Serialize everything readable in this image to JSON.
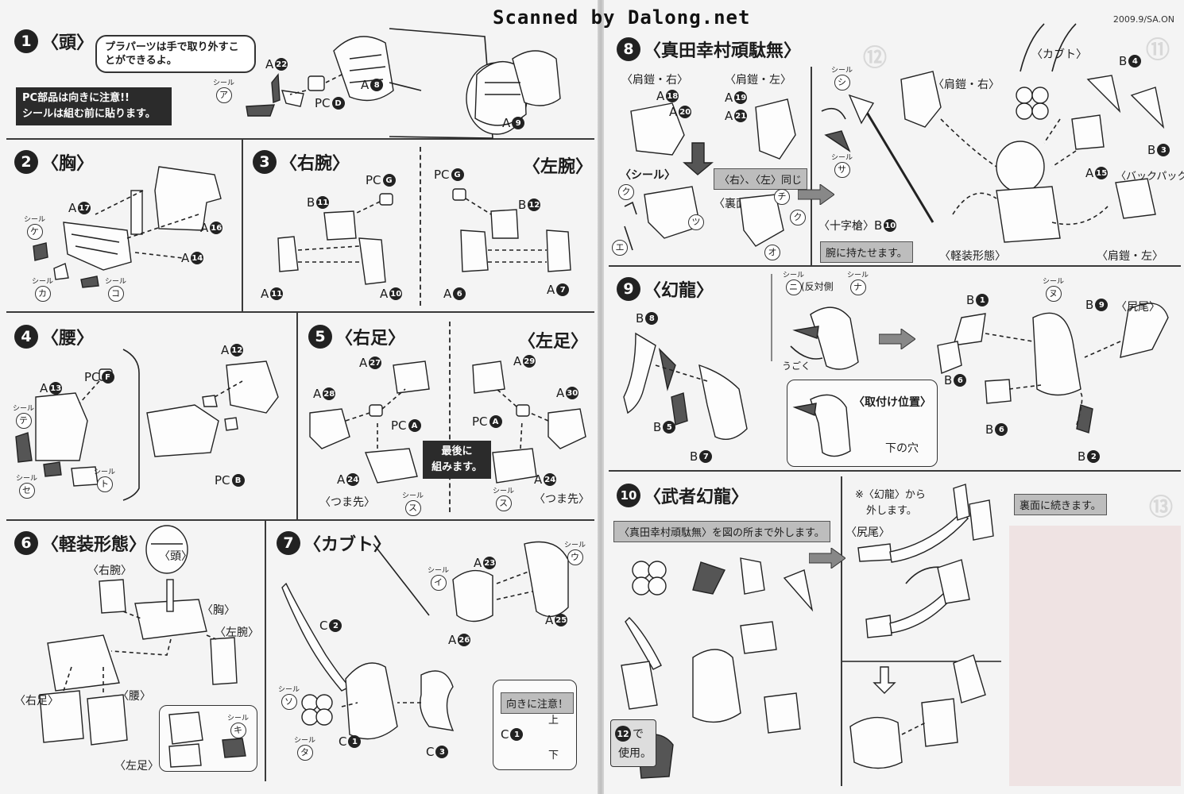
{
  "header": {
    "watermark": "Scanned by Dalong.net",
    "code": "2009.9/SA.ON"
  },
  "steps": {
    "s1": {
      "num": "1",
      "title": "〈頭〉",
      "bubble": "プラパーツは手で取り外すことができるよ。",
      "notice": [
        "PC部品は向きに注意!!",
        "シールは組む前に貼ります。"
      ],
      "parts": {
        "a22": "22",
        "a8": "8",
        "a9": "9",
        "pcd": "D"
      },
      "sticker": "ア"
    },
    "s2": {
      "num": "2",
      "title": "〈胸〉",
      "parts": {
        "a17": "17",
        "a16": "16",
        "a14": "14"
      },
      "stickers": {
        "ke": "ケ",
        "ka": "カ",
        "ko": "コ"
      }
    },
    "s3": {
      "num": "3",
      "title_r": "〈右腕〉",
      "title_l": "〈左腕〉",
      "parts": {
        "pcg": "G",
        "b11": "11",
        "a11": "11",
        "a10": "10",
        "b12": "12",
        "a6": "6",
        "a7": "7"
      }
    },
    "s4": {
      "num": "4",
      "title": "〈腰〉",
      "parts": {
        "a12": "12",
        "a13": "13",
        "pcf": "F",
        "pcb": "B"
      },
      "stickers": {
        "te": "テ",
        "se": "セ",
        "to": "ト"
      }
    },
    "s5": {
      "num": "5",
      "title_r": "〈右足〉",
      "title_l": "〈左足〉",
      "parts": {
        "a27": "27",
        "a28": "28",
        "a29": "29",
        "a30": "30",
        "pca": "A",
        "a24": "24"
      },
      "notice": [
        "最後に",
        "組みます。"
      ],
      "toe": "〈つま先〉",
      "sticker": "ス"
    },
    "s6": {
      "num": "6",
      "title": "〈軽装形態〉",
      "labels": {
        "head": "〈頭〉",
        "rarm": "〈右腕〉",
        "chest": "〈胸〉",
        "larm": "〈左腕〉",
        "rleg": "〈右足〉",
        "waist": "〈腰〉",
        "lleg": "〈左足〉"
      },
      "sticker": "キ"
    },
    "s7": {
      "num": "7",
      "title": "〈カブト〉",
      "parts": {
        "c2": "2",
        "c1": "1",
        "c3": "3",
        "a23": "23",
        "a26": "26",
        "a25": "25"
      },
      "stickers": {
        "i": "イ",
        "u": "ウ",
        "so": "ソ",
        "ta": "タ"
      },
      "notice": "向きに注意！",
      "up": "上",
      "down": "下"
    },
    "s8": {
      "num": "8",
      "title": "〈真田幸村頑駄無〉",
      "labels": {
        "rshoulder": "〈肩鎧・右〉",
        "lshoulder": "〈肩鎧・左〉",
        "sticker": "〈シール〉",
        "same": "〈右〉、〈左〉同じ",
        "back": "〈裏面〉",
        "kabuto": "〈カブト〉",
        "spear": "〈十字槍〉",
        "hold": "腕に持たせます。",
        "light": "〈軽装形態〉",
        "backpack": "〈バックパック〉"
      },
      "parts": {
        "a18": "18",
        "a20": "20",
        "a19": "19",
        "a21": "21",
        "b10": "10",
        "b4": "4",
        "b3": "3",
        "a15": "15"
      },
      "stickers": {
        "ku": "ク",
        "e": "エ",
        "tsu": "ツ",
        "chi": "チ",
        "o": "オ",
        "shi": "シ",
        "sa": "サ"
      }
    },
    "s9": {
      "num": "9",
      "title": "〈幻龍〉",
      "parts": {
        "b8": "8",
        "b5": "5",
        "b7": "7",
        "b1": "1",
        "b9": "9",
        "b6": "6",
        "b2": "2"
      },
      "labels": {
        "opposite": "(反対側",
        "move": "うごく",
        "position": "〈取付け位置〉",
        "hole": "下の穴",
        "tail": "〈尻尾〉"
      },
      "stickers": {
        "ni": "ニ",
        "na": "ナ",
        "nu": "ヌ"
      }
    },
    "s10": {
      "num": "10",
      "title": "〈武者幻龍〉",
      "note": "〈真田幸村頑駄無〉を図の所まで外します。",
      "remove": [
        "※〈幻龍〉から",
        "外します。"
      ],
      "tail": "〈尻尾〉",
      "use": [
        "で",
        "使用。"
      ],
      "use_num": "12",
      "continue": "裏面に続きます。"
    }
  },
  "common": {
    "a": "A",
    "b": "B",
    "c": "C",
    "pc": "PC",
    "seal": "シール"
  }
}
